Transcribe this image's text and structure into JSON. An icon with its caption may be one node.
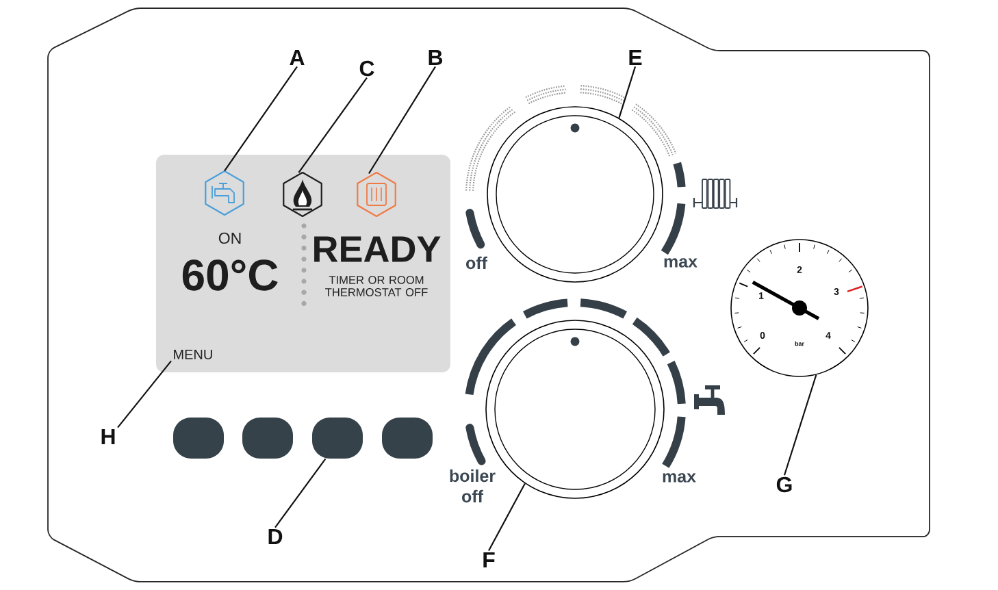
{
  "diagram": {
    "nodes": [
      {
        "text": [
          "A"
        ]
      },
      {
        "text": [
          "C"
        ]
      },
      {
        "text": [
          "B"
        ]
      },
      {
        "text": [
          "E"
        ]
      },
      {
        "text": [
          "ON",
          "60°C",
          "READY",
          "TIMER OR ROOM THERMOSTAT OFF"
        ]
      },
      {
        "text": [],
        "shape": "hexagon",
        "in": 4
      },
      {
        "text": [],
        "shape": "hexagon",
        "in": 4
      },
      {
        "text": [],
        "shape": "hexagon",
        "in": 4
      },
      {
        "text": [],
        "shape": "circle"
      },
      {
        "text": [
          "MENU"
        ],
        "in": 4
      },
      {
        "text": [],
        "shape": "circle"
      },
      {
        "text": [
          "H"
        ]
      },
      {
        "text": [],
        "shape": "button"
      },
      {
        "text": [],
        "shape": "button"
      },
      {
        "text": [],
        "shape": "button"
      },
      {
        "text": [],
        "shape": "button"
      },
      {
        "text": [],
        "shape": "circle"
      },
      {
        "text": [
          "D"
        ]
      },
      {
        "text": [
          "F"
        ]
      },
      {
        "text": [
          "G"
        ]
      }
    ],
    "edges": [
      {
        "from": 0,
        "to": 5,
        "arrow": "none"
      },
      {
        "from": 1,
        "to": 6,
        "arrow": "none"
      },
      {
        "from": 2,
        "to": 7,
        "arrow": "none"
      },
      {
        "from": 3,
        "to": 8,
        "arrow": "none"
      },
      {
        "from": 11,
        "to": 9,
        "arrow": "none"
      },
      {
        "from": 17,
        "to": 14,
        "arrow": "none"
      },
      {
        "from": 18,
        "to": 16,
        "arrow": "none"
      },
      {
        "from": 19,
        "to": 10,
        "arrow": "none"
      }
    ],
    "labels": [
      "off",
      "max",
      "2",
      "1",
      "3",
      "0",
      "4",
      "bar",
      "boiler off",
      "max"
    ]
  }
}
